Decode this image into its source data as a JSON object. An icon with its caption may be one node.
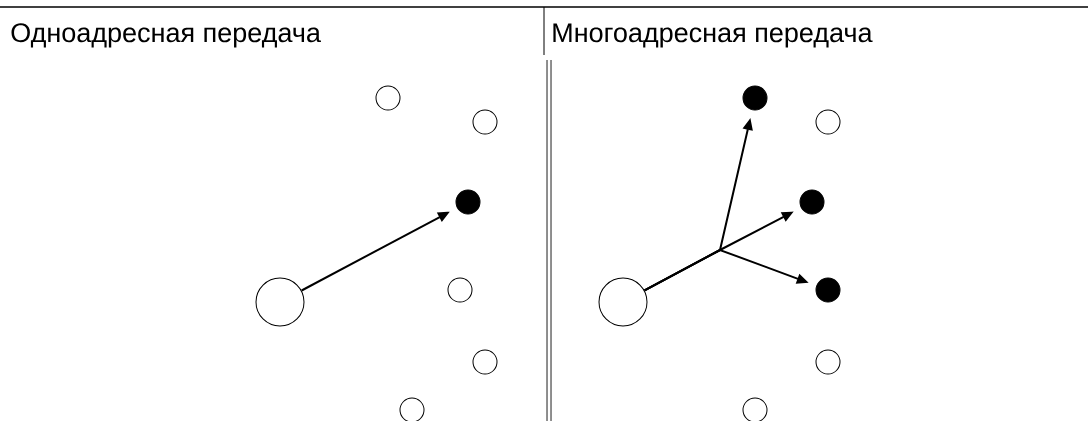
{
  "diagram": {
    "nodes": [
      {
        "text": [],
        "shape": "circle"
      },
      {
        "text": [],
        "shape": "circle"
      },
      {
        "text": [],
        "shape": "dot"
      },
      {
        "text": [],
        "shape": "circle"
      },
      {
        "text": [],
        "shape": "big-circle"
      },
      {
        "text": [],
        "shape": "circle"
      },
      {
        "text": [],
        "shape": "circle"
      },
      {
        "text": [],
        "shape": "dot"
      },
      {
        "text": [],
        "shape": "circle"
      },
      {
        "text": [],
        "shape": "dot"
      },
      {
        "text": [],
        "shape": "dot"
      },
      {
        "text": [],
        "shape": "big-circle"
      },
      {
        "text": [],
        "shape": "circle"
      },
      {
        "text": [],
        "shape": "circle"
      }
    ],
    "edges": [
      {
        "from": 4,
        "to": 2,
        "arrow": "to"
      },
      {
        "from": 11,
        "to": 7,
        "arrow": "to"
      },
      {
        "from": 11,
        "to": 9,
        "arrow": "to"
      },
      {
        "from": 11,
        "to": 10,
        "arrow": "to"
      }
    ],
    "labels": [
      "Одноадресная передача",
      "Многоадресная передача"
    ]
  }
}
